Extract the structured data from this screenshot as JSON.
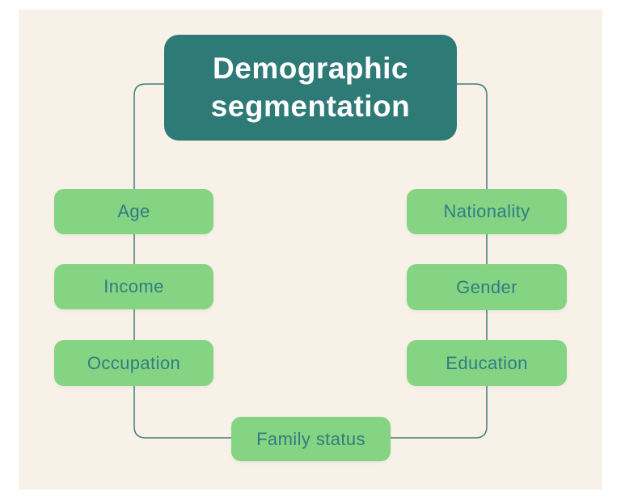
{
  "diagram": {
    "title": "Demographic segmentation",
    "nodes": {
      "left": [
        {
          "label": "Age"
        },
        {
          "label": "Income"
        },
        {
          "label": "Occupation"
        }
      ],
      "right": [
        {
          "label": "Nationality"
        },
        {
          "label": "Gender"
        },
        {
          "label": "Education"
        }
      ],
      "bottom": {
        "label": "Family status"
      }
    },
    "colors": {
      "background": "#f7f1e8",
      "title_bg": "#2e7a77",
      "title_text": "#ffffff",
      "node_bg": "#85d483",
      "node_text": "#2f7d82",
      "connector": "#3e7c7c"
    }
  }
}
